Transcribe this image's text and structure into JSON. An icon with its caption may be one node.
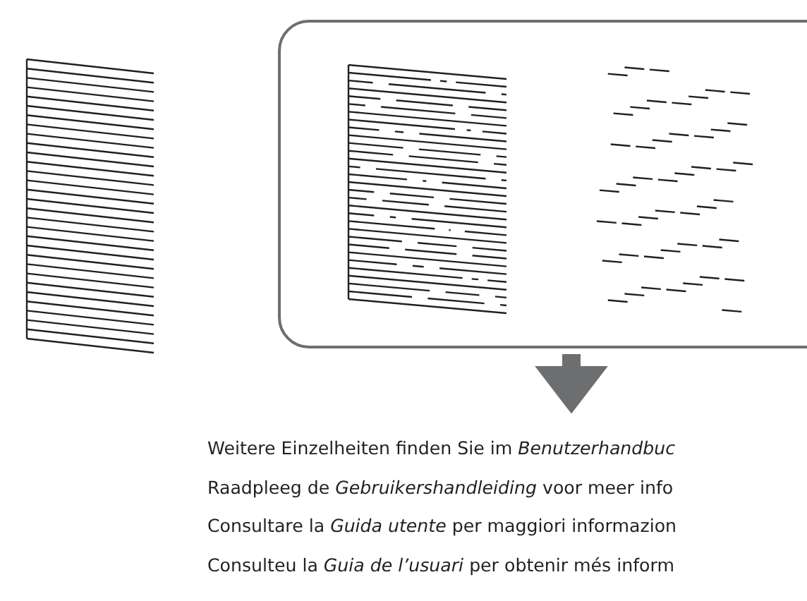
{
  "diagram": {
    "nodes": [
      {
        "text": [],
        "shape": "picture"
      },
      {
        "text": [],
        "shape": "box"
      },
      {
        "text": [],
        "shape": "picture",
        "in": 1
      },
      {
        "text": [],
        "shape": "picture",
        "in": 1
      },
      {
        "text": [
          "Weitere Einzelheiten finden Sie im *Benutzerhandbuc*",
          "Raadpleeg de *Gebruikershandleiding* voor meer info",
          "Consultare la *Guida utente* per maggiori informazion",
          "Consulteu la *Guia de l’usuari* per obtenir més inform"
        ]
      }
    ],
    "edges": [
      {
        "from": 1,
        "to": 4,
        "arrow": "to"
      }
    ]
  }
}
